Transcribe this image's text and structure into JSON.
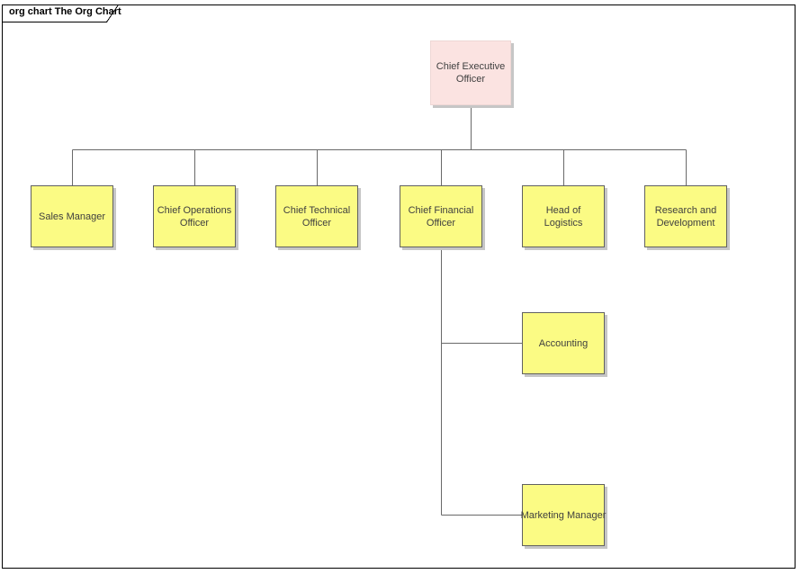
{
  "frame": {
    "label": "org chart The Org Chart",
    "type": "diagram-frame"
  },
  "colors": {
    "node_fill_yellow": "#fbfb84",
    "node_fill_pink": "#fbe3e1",
    "node_border": "#616161",
    "connector": "#696969",
    "shadow": "#c6c6c6",
    "frame_border": "#000000",
    "text": "#3f3f3f"
  },
  "nodes": [
    {
      "id": "ceo",
      "label": "Chief Executive Officer",
      "style": "executive"
    },
    {
      "id": "sales-manager",
      "label": "Sales Manager",
      "style": "staff"
    },
    {
      "id": "chief-operations",
      "label": "Chief Operations Officer",
      "style": "staff"
    },
    {
      "id": "chief-technical",
      "label": "Chief Technical Officer",
      "style": "staff"
    },
    {
      "id": "chief-financial",
      "label": "Chief Financial Officer",
      "style": "staff"
    },
    {
      "id": "head-of-logistics",
      "label": "Head of Logistics",
      "style": "staff"
    },
    {
      "id": "research-dev",
      "label": "Research and Development",
      "style": "staff"
    },
    {
      "id": "accounting",
      "label": "Accounting",
      "style": "staff"
    },
    {
      "id": "marketing-manager",
      "label": "Marketing Manager",
      "style": "staff"
    }
  ],
  "edges": [
    {
      "from": "ceo",
      "to": "sales-manager"
    },
    {
      "from": "ceo",
      "to": "chief-operations"
    },
    {
      "from": "ceo",
      "to": "chief-technical"
    },
    {
      "from": "ceo",
      "to": "chief-financial"
    },
    {
      "from": "ceo",
      "to": "head-of-logistics"
    },
    {
      "from": "ceo",
      "to": "research-dev"
    },
    {
      "from": "chief-financial",
      "to": "accounting"
    },
    {
      "from": "chief-financial",
      "to": "marketing-manager"
    }
  ]
}
